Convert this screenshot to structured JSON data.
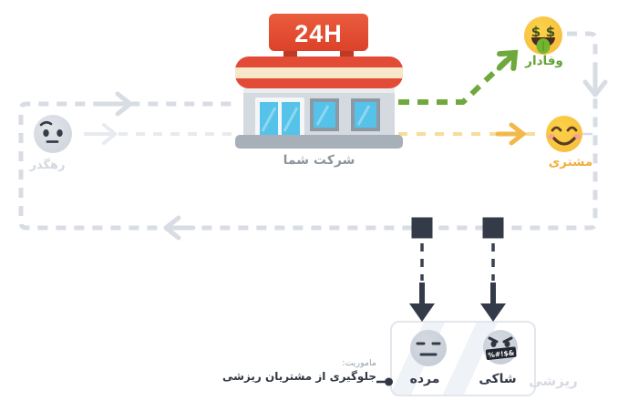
{
  "store": {
    "sign_text": "24H",
    "label": "شرکت شما"
  },
  "personas": {
    "passerby": {
      "label": "رهگذر",
      "icon": "face-with-raised-eyebrow"
    },
    "customer": {
      "label": "مشتری",
      "icon": "smiling-face-with-rosy-cheeks"
    },
    "loyal": {
      "label": "وفادار",
      "icon": "money-mouth-face"
    },
    "dead": {
      "label": "مرده",
      "icon": "expressionless-face"
    },
    "complainer": {
      "label": "شاکی",
      "icon": "cursing-face",
      "censored_text": "%#!$&"
    },
    "churned": {
      "label": "ریزشی"
    }
  },
  "mission": {
    "title": "ماموریت:",
    "text": "جلوگیری از مشتریان ریزشی"
  },
  "colors": {
    "loyal_green": "#6FA83C",
    "customer_yellow": "#F2B94A",
    "customer_yellow_light": "#F7DC9C",
    "loop_gray": "#D8DCE3",
    "loop_gray_light": "#E7EAEF",
    "dark_navy": "#333B49",
    "store_red": "#E0492F"
  }
}
